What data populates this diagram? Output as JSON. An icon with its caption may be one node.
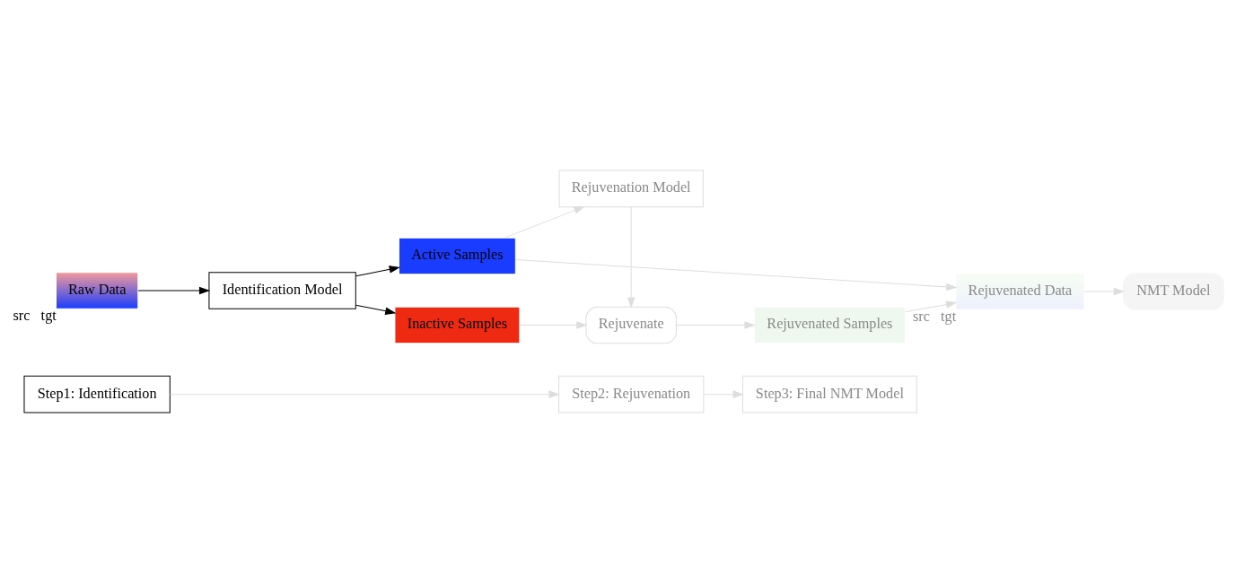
{
  "diagram": {
    "nodes": [
      {
        "text": [
          "Step1: Identification"
        ]
      },
      {
        "text": [
          "Step2: Rejuvenation"
        ]
      },
      {
        "text": [
          "Step3: Final NMT Model"
        ]
      },
      {
        "text": [
          "Raw Data"
        ],
        "beside": [
          "src",
          "tgt"
        ]
      },
      {
        "text": [
          "Identification Model"
        ]
      },
      {
        "text": [
          "Inactive Samples"
        ]
      },
      {
        "text": [
          "Active Samples"
        ]
      },
      {
        "text": [
          "Rejuvenate"
        ]
      },
      {
        "text": [
          "Rejuvenation Model"
        ]
      },
      {
        "text": [
          "Rejuvenated Samples"
        ]
      },
      {
        "text": [
          "Rejuvenated Data"
        ],
        "beside": [
          "src",
          "tgt"
        ]
      },
      {
        "text": [
          "NMT Model"
        ]
      }
    ],
    "edges": [
      {
        "from": 0,
        "to": 1,
        "arrow": "to",
        "color": "#dddddd"
      },
      {
        "from": 1,
        "to": 2,
        "arrow": "to",
        "color": "#dddddd"
      },
      {
        "from": 3,
        "to": 4,
        "arrow": "to",
        "color": "#000000"
      },
      {
        "from": 4,
        "to": 5,
        "arrow": "to",
        "color": "#000000"
      },
      {
        "from": 4,
        "to": 6,
        "arrow": "to",
        "color": "#000000"
      },
      {
        "from": 5,
        "to": 7,
        "arrow": "to",
        "color": "#dddddd"
      },
      {
        "from": 8,
        "to": 7,
        "arrow": "to",
        "color": "#dddddd"
      },
      {
        "from": 7,
        "to": 9,
        "arrow": "to",
        "color": "#dddddd"
      },
      {
        "from": 9,
        "to": 10,
        "arrow": "to",
        "color": "#dddddd"
      },
      {
        "from": 6,
        "to": 8,
        "arrow": "to",
        "color": "#dddddd"
      },
      {
        "from": 6,
        "to": 10,
        "arrow": "to",
        "color": "#dddddd"
      },
      {
        "from": 10,
        "to": 11,
        "arrow": "to",
        "color": "#dddddd"
      }
    ]
  }
}
